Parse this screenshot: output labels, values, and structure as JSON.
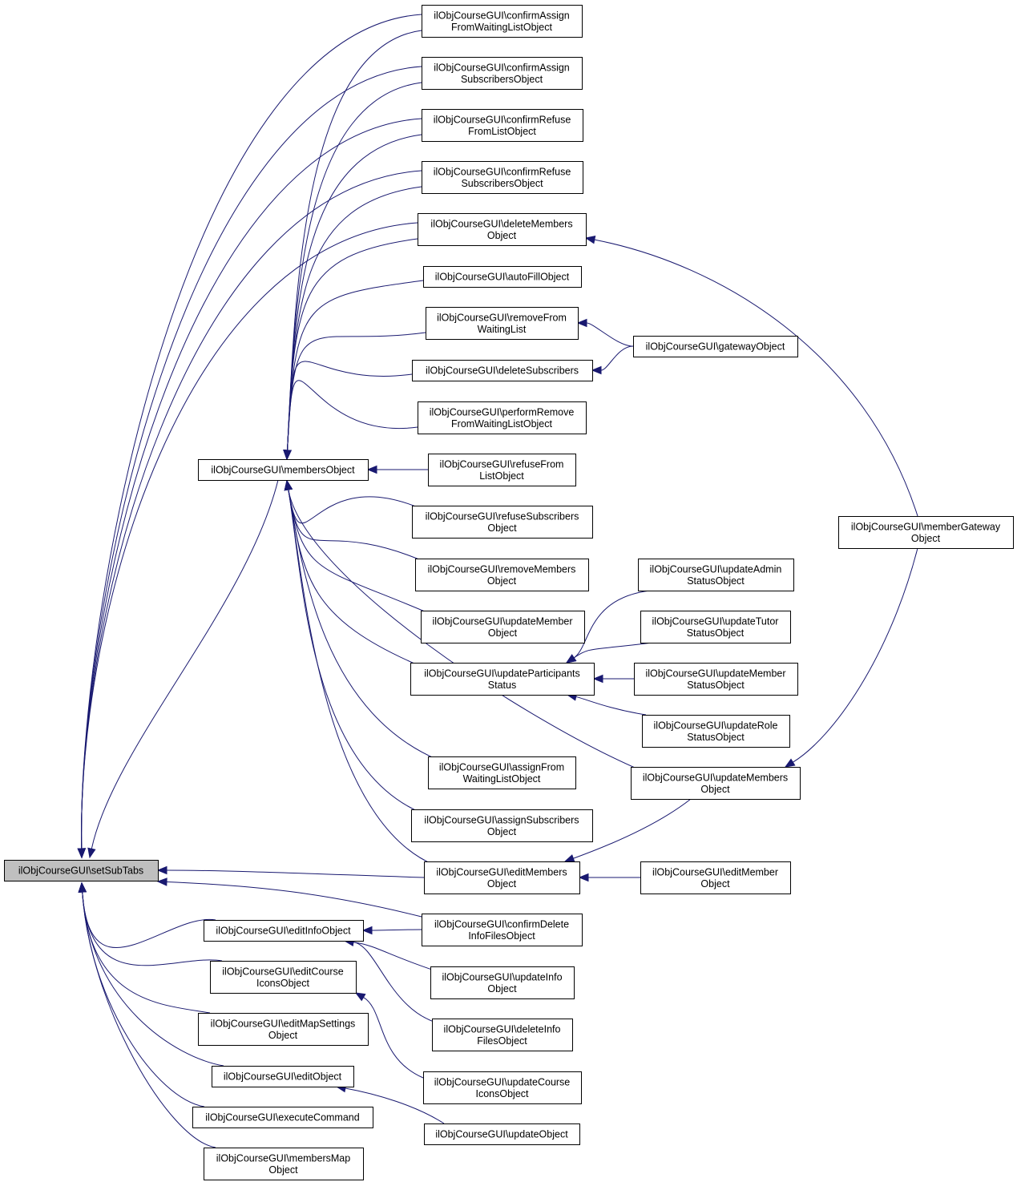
{
  "colors": {
    "edge": "#191970",
    "node_border": "#000000",
    "root_fill": "#bfbfbf",
    "node_fill": "#ffffff"
  },
  "nodes": [
    {
      "id": "setSubTabs",
      "lines": [
        "ilObjCourseGUI\\setSubTabs"
      ],
      "root": true
    },
    {
      "id": "membersObject",
      "lines": [
        "ilObjCourseGUI\\membersObject"
      ]
    },
    {
      "id": "editInfoObject",
      "lines": [
        "ilObjCourseGUI\\editInfoObject"
      ]
    },
    {
      "id": "editCourseIconsObject",
      "lines": [
        "ilObjCourseGUI\\editCourse",
        "IconsObject"
      ]
    },
    {
      "id": "editMapSettingsObject",
      "lines": [
        "ilObjCourseGUI\\editMapSettings",
        "Object"
      ]
    },
    {
      "id": "editObject",
      "lines": [
        "ilObjCourseGUI\\editObject"
      ]
    },
    {
      "id": "executeCommand",
      "lines": [
        "ilObjCourseGUI\\executeCommand"
      ]
    },
    {
      "id": "membersMapObject",
      "lines": [
        "ilObjCourseGUI\\membersMap",
        "Object"
      ]
    },
    {
      "id": "confirmAssignFromWaitingListObject",
      "lines": [
        "ilObjCourseGUI\\confirmAssign",
        "FromWaitingListObject"
      ]
    },
    {
      "id": "confirmAssignSubscribersObject",
      "lines": [
        "ilObjCourseGUI\\confirmAssign",
        "SubscribersObject"
      ]
    },
    {
      "id": "confirmRefuseFromListObject",
      "lines": [
        "ilObjCourseGUI\\confirmRefuse",
        "FromListObject"
      ]
    },
    {
      "id": "confirmRefuseSubscribersObject",
      "lines": [
        "ilObjCourseGUI\\confirmRefuse",
        "SubscribersObject"
      ]
    },
    {
      "id": "deleteMembersObject",
      "lines": [
        "ilObjCourseGUI\\deleteMembers",
        "Object"
      ]
    },
    {
      "id": "autoFillObject",
      "lines": [
        "ilObjCourseGUI\\autoFillObject"
      ]
    },
    {
      "id": "removeFromWaitingList",
      "lines": [
        "ilObjCourseGUI\\removeFrom",
        "WaitingList"
      ]
    },
    {
      "id": "deleteSubscribers",
      "lines": [
        "ilObjCourseGUI\\deleteSubscribers"
      ]
    },
    {
      "id": "performRemoveFromWaitingListObject",
      "lines": [
        "ilObjCourseGUI\\performRemove",
        "FromWaitingListObject"
      ]
    },
    {
      "id": "refuseFromListObject",
      "lines": [
        "ilObjCourseGUI\\refuseFrom",
        "ListObject"
      ]
    },
    {
      "id": "refuseSubscribersObject",
      "lines": [
        "ilObjCourseGUI\\refuseSubscribers",
        "Object"
      ]
    },
    {
      "id": "removeMembersObject",
      "lines": [
        "ilObjCourseGUI\\removeMembers",
        "Object"
      ]
    },
    {
      "id": "updateMemberObject",
      "lines": [
        "ilObjCourseGUI\\updateMember",
        "Object"
      ]
    },
    {
      "id": "updateParticipantsStatus",
      "lines": [
        "ilObjCourseGUI\\updateParticipants",
        "Status"
      ]
    },
    {
      "id": "assignFromWaitingListObject",
      "lines": [
        "ilObjCourseGUI\\assignFrom",
        "WaitingListObject"
      ]
    },
    {
      "id": "assignSubscribersObject",
      "lines": [
        "ilObjCourseGUI\\assignSubscribers",
        "Object"
      ]
    },
    {
      "id": "editMembersObject",
      "lines": [
        "ilObjCourseGUI\\editMembers",
        "Object"
      ]
    },
    {
      "id": "confirmDeleteInfoFilesObject",
      "lines": [
        "ilObjCourseGUI\\confirmDelete",
        "InfoFilesObject"
      ]
    },
    {
      "id": "updateInfoObject",
      "lines": [
        "ilObjCourseGUI\\updateInfo",
        "Object"
      ]
    },
    {
      "id": "deleteInfoFilesObject",
      "lines": [
        "ilObjCourseGUI\\deleteInfo",
        "FilesObject"
      ]
    },
    {
      "id": "updateCourseIconsObject",
      "lines": [
        "ilObjCourseGUI\\updateCourse",
        "IconsObject"
      ]
    },
    {
      "id": "updateObject",
      "lines": [
        "ilObjCourseGUI\\updateObject"
      ]
    },
    {
      "id": "gatewayObject",
      "lines": [
        "ilObjCourseGUI\\gatewayObject"
      ]
    },
    {
      "id": "updateAdminStatusObject",
      "lines": [
        "ilObjCourseGUI\\updateAdmin",
        "StatusObject"
      ]
    },
    {
      "id": "updateTutorStatusObject",
      "lines": [
        "ilObjCourseGUI\\updateTutor",
        "StatusObject"
      ]
    },
    {
      "id": "updateMemberStatusObject",
      "lines": [
        "ilObjCourseGUI\\updateMember",
        "StatusObject"
      ]
    },
    {
      "id": "updateRoleStatusObject",
      "lines": [
        "ilObjCourseGUI\\updateRole",
        "StatusObject"
      ]
    },
    {
      "id": "updateMembersObject",
      "lines": [
        "ilObjCourseGUI\\updateMembers",
        "Object"
      ]
    },
    {
      "id": "editMemberObject",
      "lines": [
        "ilObjCourseGUI\\editMember",
        "Object"
      ]
    },
    {
      "id": "memberGatewayObject",
      "lines": [
        "ilObjCourseGUI\\memberGateway",
        "Object"
      ]
    }
  ],
  "edges": [
    {
      "from": "membersObject",
      "to": "setSubTabs"
    },
    {
      "from": "editInfoObject",
      "to": "setSubTabs"
    },
    {
      "from": "editCourseIconsObject",
      "to": "setSubTabs"
    },
    {
      "from": "editMapSettingsObject",
      "to": "setSubTabs"
    },
    {
      "from": "editObject",
      "to": "setSubTabs"
    },
    {
      "from": "executeCommand",
      "to": "setSubTabs"
    },
    {
      "from": "membersMapObject",
      "to": "setSubTabs"
    },
    {
      "from": "confirmAssignFromWaitingListObject",
      "to": "setSubTabs"
    },
    {
      "from": "confirmAssignSubscribersObject",
      "to": "setSubTabs"
    },
    {
      "from": "confirmRefuseFromListObject",
      "to": "setSubTabs"
    },
    {
      "from": "confirmRefuseSubscribersObject",
      "to": "setSubTabs"
    },
    {
      "from": "deleteMembersObject",
      "to": "setSubTabs"
    },
    {
      "from": "editMembersObject",
      "to": "setSubTabs"
    },
    {
      "from": "confirmDeleteInfoFilesObject",
      "to": "setSubTabs"
    },
    {
      "from": "confirmAssignFromWaitingListObject",
      "to": "membersObject"
    },
    {
      "from": "confirmAssignSubscribersObject",
      "to": "membersObject"
    },
    {
      "from": "confirmRefuseFromListObject",
      "to": "membersObject"
    },
    {
      "from": "confirmRefuseSubscribersObject",
      "to": "membersObject"
    },
    {
      "from": "deleteMembersObject",
      "to": "membersObject"
    },
    {
      "from": "autoFillObject",
      "to": "membersObject"
    },
    {
      "from": "removeFromWaitingList",
      "to": "membersObject"
    },
    {
      "from": "deleteSubscribers",
      "to": "membersObject"
    },
    {
      "from": "performRemoveFromWaitingListObject",
      "to": "membersObject"
    },
    {
      "from": "refuseFromListObject",
      "to": "membersObject"
    },
    {
      "from": "refuseSubscribersObject",
      "to": "membersObject"
    },
    {
      "from": "removeMembersObject",
      "to": "membersObject"
    },
    {
      "from": "updateMemberObject",
      "to": "membersObject"
    },
    {
      "from": "updateParticipantsStatus",
      "to": "membersObject"
    },
    {
      "from": "updateMembersObject",
      "to": "membersObject"
    },
    {
      "from": "assignFromWaitingListObject",
      "to": "membersObject"
    },
    {
      "from": "assignSubscribersObject",
      "to": "membersObject"
    },
    {
      "from": "editMembersObject",
      "to": "membersObject"
    },
    {
      "from": "memberGatewayObject",
      "to": "deleteMembersObject"
    },
    {
      "from": "gatewayObject",
      "to": "removeFromWaitingList"
    },
    {
      "from": "gatewayObject",
      "to": "deleteSubscribers"
    },
    {
      "from": "updateAdminStatusObject",
      "to": "updateParticipantsStatus"
    },
    {
      "from": "updateTutorStatusObject",
      "to": "updateParticipantsStatus"
    },
    {
      "from": "updateMemberStatusObject",
      "to": "updateParticipantsStatus"
    },
    {
      "from": "updateRoleStatusObject",
      "to": "updateParticipantsStatus"
    },
    {
      "from": "memberGatewayObject",
      "to": "updateMembersObject"
    },
    {
      "from": "updateMembersObject",
      "to": "editMembersObject"
    },
    {
      "from": "editMemberObject",
      "to": "editMembersObject"
    },
    {
      "from": "confirmDeleteInfoFilesObject",
      "to": "editInfoObject"
    },
    {
      "from": "updateInfoObject",
      "to": "editInfoObject"
    },
    {
      "from": "deleteInfoFilesObject",
      "to": "editInfoObject"
    },
    {
      "from": "updateCourseIconsObject",
      "to": "editCourseIconsObject"
    },
    {
      "from": "updateObject",
      "to": "editObject"
    }
  ]
}
